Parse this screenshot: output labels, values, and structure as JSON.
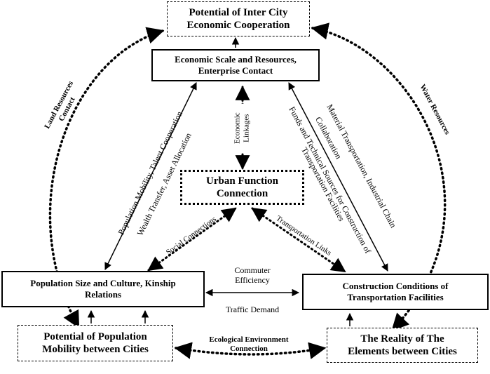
{
  "nodes": {
    "potential_inter_city": "Potential of Inter City\nEconomic Cooperation",
    "economic_scale": "Economic Scale and Resources,\nEnterprise Contact",
    "urban_function": "Urban Function\nConnection",
    "population_size": "Population Size and Culture, Kinship\nRelations",
    "construction_conditions": "Construction Conditions of\nTransportation Facilities",
    "potential_population_mobility": "Potential of Population\nMobility between Cities",
    "reality_elements": "The Reality of The\nElements between Cities"
  },
  "edges": {
    "land_resources": "Land Resources\nContact",
    "water_resources": "Water Resources",
    "economic_linkages": "Economic\nLinkages",
    "population_mobility_line1": "Population Mobility, Talent Cooperation",
    "population_mobility_line2": "Wealth Transfer, Asset Allocation",
    "material_line1": "Material Transportation, Industrial Chain",
    "material_line2": "Collaboration",
    "funds_line1": "Funds and Technical Sources for Construction of",
    "funds_line2": "Transportation Facilities",
    "social_connections": "Social Connections",
    "transportation_links": "Transportation Links",
    "commuter_efficiency": "Commuter\nEfficiency",
    "traffic_demand": "Traffic Demand",
    "ecological_environment": "Ecological Environment\nConnection"
  }
}
